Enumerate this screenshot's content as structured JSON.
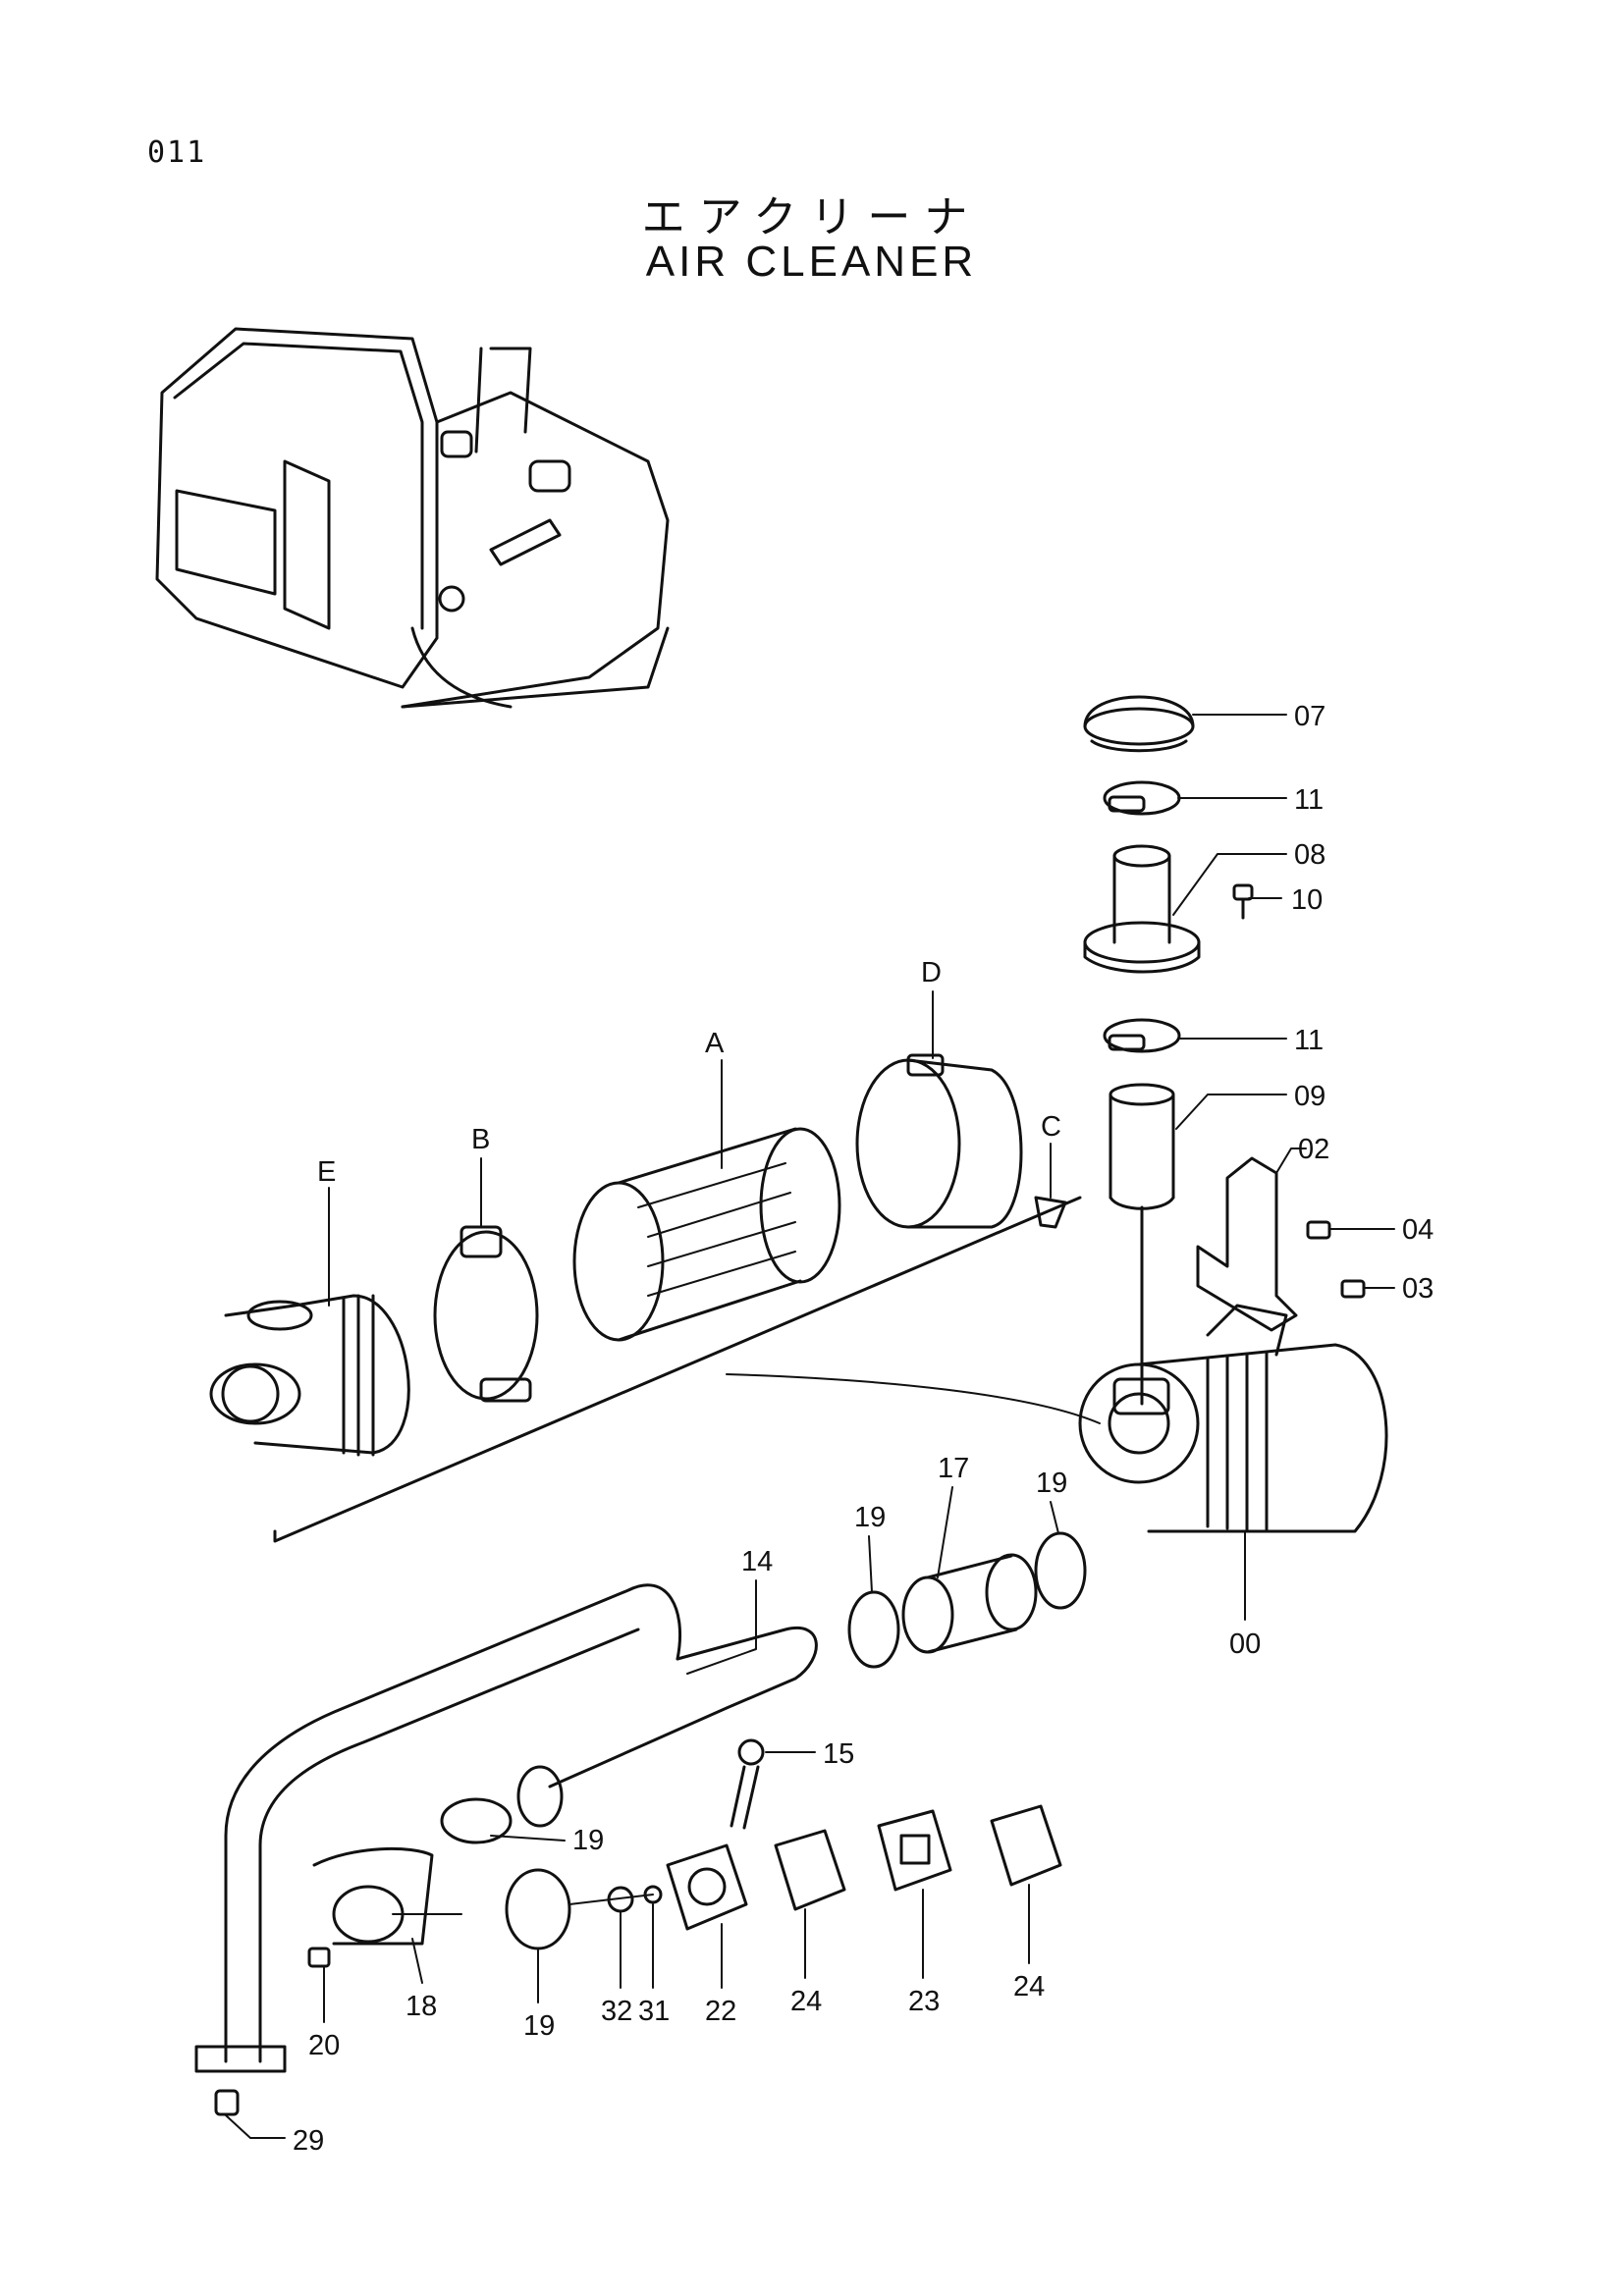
{
  "page_number": "011",
  "title_jp": "エアクリーナ",
  "title_en": "AIR CLEANER",
  "labels": {
    "p00": "00",
    "p02": "02",
    "p03": "03",
    "p04": "04",
    "p07": "07",
    "p08": "08",
    "p09": "09",
    "p10": "10",
    "p11a": "11",
    "p11b": "11",
    "p14": "14",
    "p15": "15",
    "p17": "17",
    "p18": "18",
    "p19a": "19",
    "p19b": "19",
    "p19c": "19",
    "p19d": "19",
    "p20": "20",
    "p22": "22",
    "p23": "23",
    "p24a": "24",
    "p24b": "24",
    "p29": "29",
    "p31": "31",
    "p32": "32",
    "pA": "A",
    "pB": "B",
    "pC": "C",
    "pD": "D",
    "pE": "E"
  }
}
